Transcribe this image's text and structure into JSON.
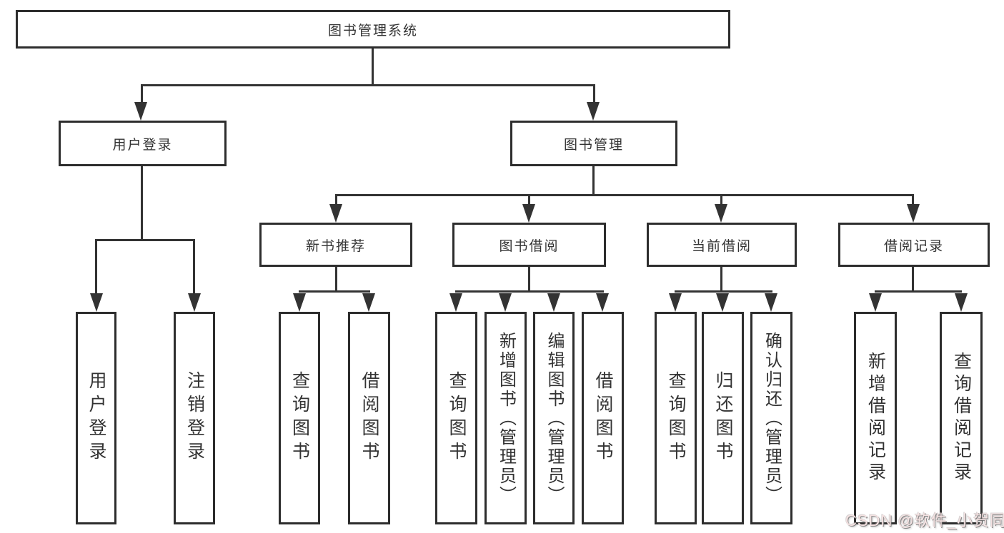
{
  "tree": {
    "root": {
      "label": "图书管理系统",
      "children": [
        {
          "label": "用户登录",
          "children": [
            {
              "label": "用户登录"
            },
            {
              "label": "注销登录"
            }
          ]
        },
        {
          "label": "图书管理",
          "children": [
            {
              "label": "新书推荐",
              "children": [
                {
                  "label": "查询图书"
                },
                {
                  "label": "借阅图书"
                }
              ]
            },
            {
              "label": "图书借阅",
              "children": [
                {
                  "label": "查询图书"
                },
                {
                  "label": "新增图书（管理员）"
                },
                {
                  "label": "编辑图书（管理员）"
                },
                {
                  "label": "借阅图书"
                }
              ]
            },
            {
              "label": "当前借阅",
              "children": [
                {
                  "label": "查询图书"
                },
                {
                  "label": "归还图书"
                },
                {
                  "label": "确认归还（管理员）"
                }
              ]
            },
            {
              "label": "借阅记录",
              "children": [
                {
                  "label": "新增借阅记录"
                },
                {
                  "label": "查询借阅记录"
                }
              ]
            }
          ]
        }
      ]
    }
  },
  "colors": {
    "line": "#333333",
    "box_border": "#2d2d2d",
    "text": "#333333",
    "watermark_text": "#f5e2e2"
  },
  "watermark": {
    "text": "CSDN @软件_小贺同学"
  }
}
